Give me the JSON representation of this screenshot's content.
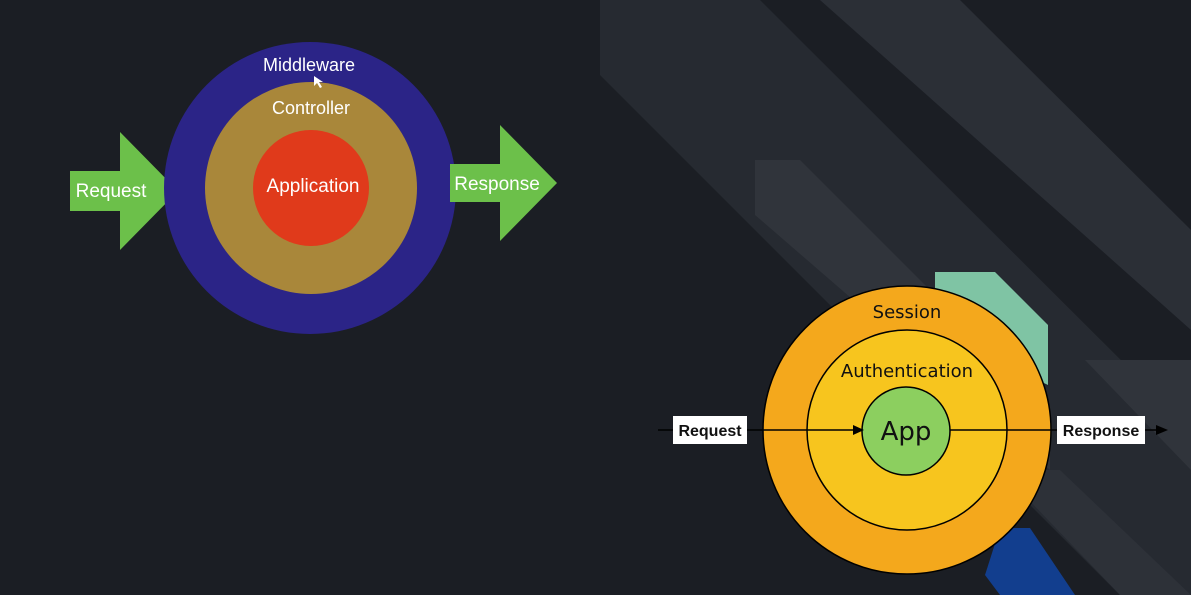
{
  "diagram_left": {
    "outer_ring": {
      "label": "Middleware",
      "color": "#2b2487"
    },
    "middle_ring": {
      "label": "Controller",
      "color": "#a9873a"
    },
    "core": {
      "label": "Application",
      "color": "#e03a1b"
    },
    "input_arrow": {
      "label": "Request",
      "color": "#6cc04a"
    },
    "output_arrow": {
      "label": "Response",
      "color": "#6cc04a"
    }
  },
  "diagram_right": {
    "outer_ring": {
      "label": "Session",
      "color": "#f4a81c"
    },
    "middle_ring": {
      "label": "Authentication",
      "color": "#f7c51e"
    },
    "core": {
      "label": "App",
      "color": "#8ccf5f"
    },
    "input_box": {
      "label": "Request"
    },
    "output_box": {
      "label": "Response"
    }
  },
  "colors": {
    "background": "#1b1e24",
    "stripe_light": "#2b2f36",
    "stripe_teal": "#7fc4a4",
    "stripe_blue": "#123e8e"
  }
}
